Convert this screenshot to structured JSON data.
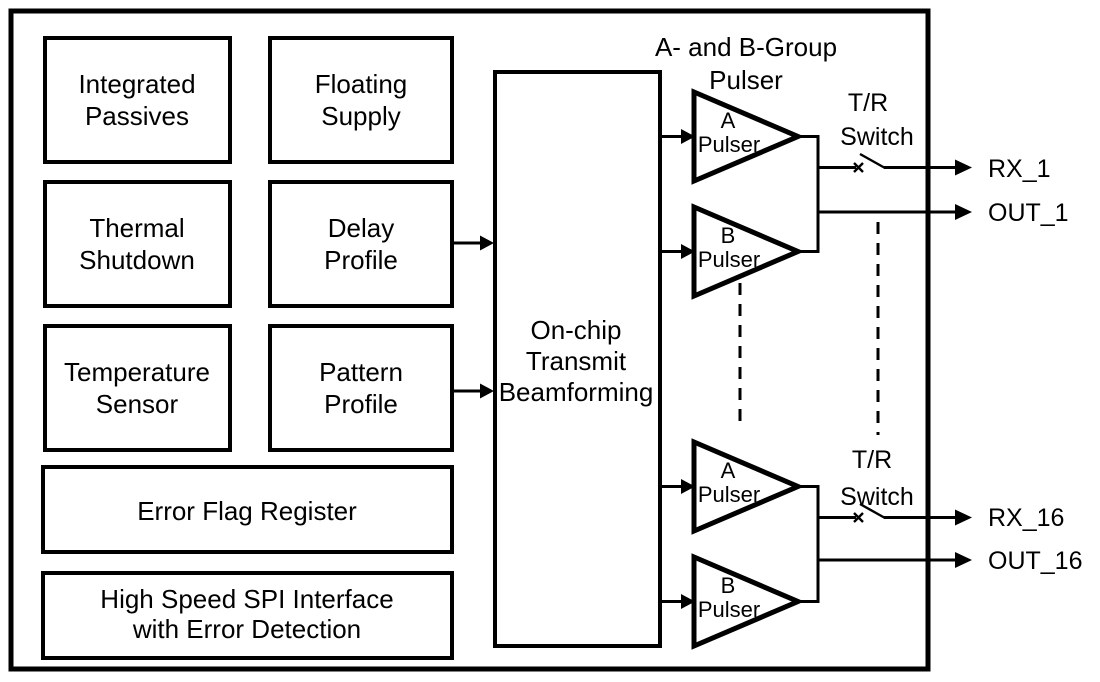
{
  "blocks": {
    "integrated_passives": {
      "label": [
        "Integrated",
        "Passives"
      ]
    },
    "floating_supply": {
      "label": [
        "Floating",
        "Supply"
      ]
    },
    "thermal_shutdown": {
      "label": [
        "Thermal",
        "Shutdown"
      ]
    },
    "delay_profile": {
      "label": [
        "Delay",
        "Profile"
      ]
    },
    "temperature_sensor": {
      "label": [
        "Temperature",
        "Sensor"
      ]
    },
    "pattern_profile": {
      "label": [
        "Pattern",
        "Profile"
      ]
    },
    "error_flag_register": {
      "label": "Error Flag Register"
    },
    "spi_interface": {
      "label": [
        "High Speed SPI Interface",
        "with Error Detection"
      ]
    },
    "beamforming": {
      "label": [
        "On-chip",
        "Transmit",
        "Beamforming"
      ]
    }
  },
  "pulser_group": {
    "title": [
      "A- and B-Group",
      "Pulser"
    ],
    "tr_switch": [
      "T/R",
      "Switch"
    ],
    "pulsers": {
      "a_top": {
        "line1": "A",
        "line2": "Pulser"
      },
      "b_top": {
        "line1": "B",
        "line2": "Pulser"
      },
      "a_bottom": {
        "line1": "A",
        "line2": "Pulser"
      },
      "b_bottom": {
        "line1": "B",
        "line2": "Pulser"
      }
    }
  },
  "outputs": {
    "rx_1": "RX_1",
    "out_1": "OUT_1",
    "rx_16": "RX_16",
    "out_16": "OUT_16"
  },
  "colors": {
    "ink": "#000000",
    "background": "#ffffff"
  }
}
